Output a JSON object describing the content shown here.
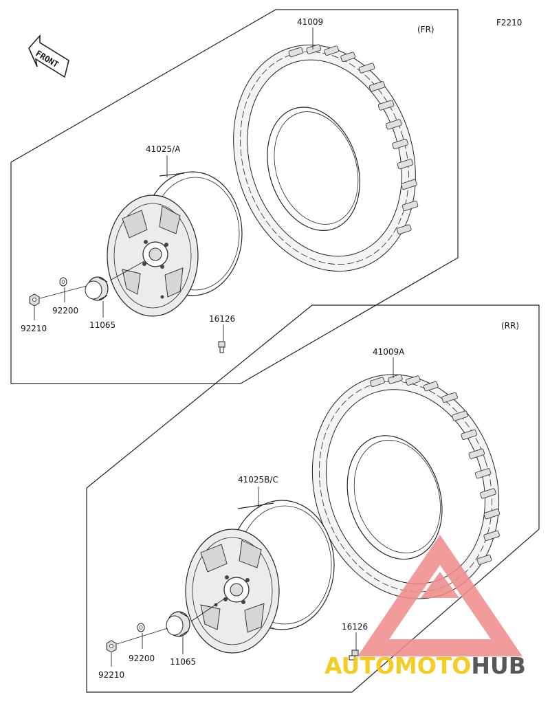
{
  "figure_code": "F2210",
  "front_label": "FRONT",
  "front": {
    "section_label": "(FR)",
    "tire": "41009",
    "wheel": "41025/A",
    "nut": "92210",
    "washer": "92200",
    "cap": "11065",
    "valve": "16126"
  },
  "rear": {
    "section_label": "(RR)",
    "tire": "41009A",
    "wheel": "41025B/C",
    "nut": "92210",
    "washer": "92200",
    "cap": "11065",
    "valve": "16126"
  },
  "watermark": {
    "part1": "AUTO",
    "part2": "MOTO",
    "part3": "HUB",
    "colors": {
      "triangle": "#f08a8a",
      "text_accent": "#f4c400",
      "text_dark": "#3c3c3c"
    }
  }
}
